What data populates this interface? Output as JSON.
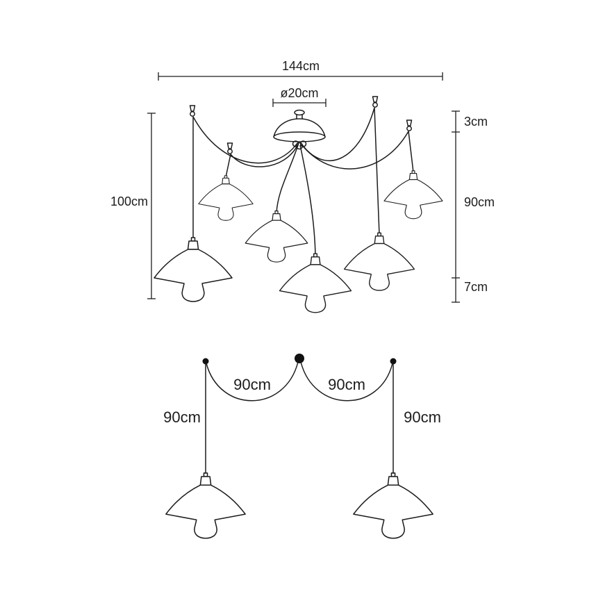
{
  "meta": {
    "background": "#ffffff",
    "line_color": "#1c1c1c"
  },
  "top_view": {
    "overall_width": "144cm",
    "canopy_diameter": "ø20cm",
    "overall_height": "100cm",
    "canopy_height": "3cm",
    "cable_length": "90cm",
    "shade_drop": "7cm"
  },
  "bottom_view": {
    "swag_left": "90cm",
    "swag_right": "90cm",
    "drop_left": "90cm",
    "drop_right": "90cm"
  }
}
